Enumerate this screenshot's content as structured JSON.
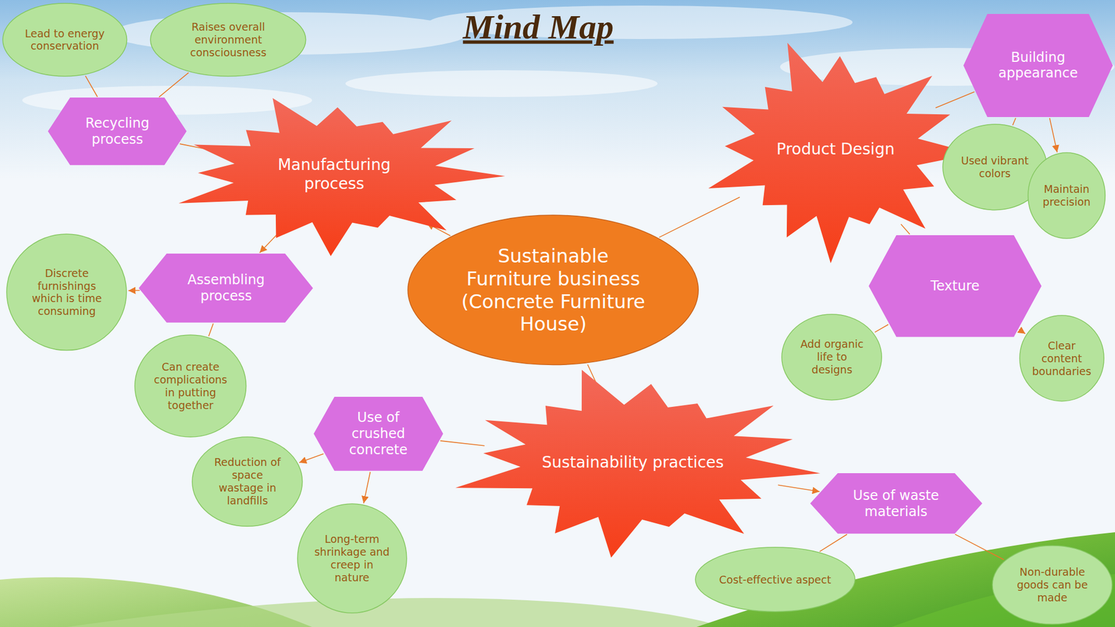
{
  "diagram": {
    "title": "Mind Map",
    "nodes": [
      {
        "text": [
          "Lead to energy conservation"
        ]
      },
      {
        "text": [
          "Raises overall environment consciousness"
        ]
      },
      {
        "text": [
          "Recycling process"
        ]
      },
      {
        "text": [
          "Manufacturing process"
        ]
      },
      {
        "text": [
          "Building appearance"
        ]
      },
      {
        "text": [
          "Product Design"
        ]
      },
      {
        "text": [
          "Used vibrant colors"
        ]
      },
      {
        "text": [
          "Maintain precision"
        ]
      },
      {
        "text": [
          "Sustainable Furniture business (Concrete Furniture House)"
        ]
      },
      {
        "text": [
          "Discrete furnishings which is time consuming"
        ]
      },
      {
        "text": [
          "Assembling process"
        ]
      },
      {
        "text": [
          "Texture"
        ]
      },
      {
        "text": [
          "Add organic life to designs"
        ]
      },
      {
        "text": [
          "Clear content boundaries"
        ]
      },
      {
        "text": [
          "Can create complications in putting together"
        ]
      },
      {
        "text": [
          "Use of crushed concrete"
        ]
      },
      {
        "text": [
          "Sustainability practices"
        ]
      },
      {
        "text": [
          "Reduction of space wastage in landfills"
        ]
      },
      {
        "text": [
          "Use of waste materials"
        ]
      },
      {
        "text": [
          "Long-term shrinkage and creep in nature"
        ]
      },
      {
        "text": [
          "Cost-effective aspect"
        ]
      },
      {
        "text": [
          "Non-durable goods can be made"
        ]
      }
    ],
    "edges": [
      {
        "from": 8,
        "to": 3,
        "arrow": "to"
      },
      {
        "from": 3,
        "to": 2,
        "arrow": "none"
      },
      {
        "from": 2,
        "to": 0,
        "arrow": "none"
      },
      {
        "from": 2,
        "to": 1,
        "arrow": "none"
      },
      {
        "from": 3,
        "to": 10,
        "arrow": "to"
      },
      {
        "from": 10,
        "to": 9,
        "arrow": "to"
      },
      {
        "from": 10,
        "to": 14,
        "arrow": "none"
      },
      {
        "from": 8,
        "to": 5,
        "arrow": "none"
      },
      {
        "from": 5,
        "to": 4,
        "arrow": "none"
      },
      {
        "from": 4,
        "to": 6,
        "arrow": "none"
      },
      {
        "from": 4,
        "to": 7,
        "arrow": "to"
      },
      {
        "from": 5,
        "to": 11,
        "arrow": "none"
      },
      {
        "from": 11,
        "to": 12,
        "arrow": "none"
      },
      {
        "from": 11,
        "to": 13,
        "arrow": "to"
      },
      {
        "from": 8,
        "to": 16,
        "arrow": "none"
      },
      {
        "from": 16,
        "to": 15,
        "arrow": "none"
      },
      {
        "from": 15,
        "to": 17,
        "arrow": "to"
      },
      {
        "from": 15,
        "to": 19,
        "arrow": "to"
      },
      {
        "from": 16,
        "to": 18,
        "arrow": "to"
      },
      {
        "from": 18,
        "to": 20,
        "arrow": "none"
      },
      {
        "from": 18,
        "to": 21,
        "arrow": "none"
      }
    ]
  }
}
